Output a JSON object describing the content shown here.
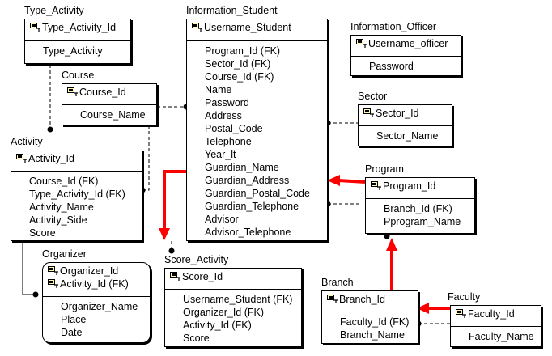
{
  "entities": {
    "type_activity": {
      "title": "Type_Activity",
      "pk": [
        "Type_Activity_Id"
      ],
      "attrs": [
        "Type_Activity"
      ]
    },
    "course": {
      "title": "Course",
      "pk": [
        "Course_Id"
      ],
      "attrs": [
        "Course_Name"
      ]
    },
    "activity": {
      "title": "Activity",
      "pk": [
        "Activity_Id"
      ],
      "attrs": [
        "Course_Id (FK)",
        "Type_Activity_Id (FK)",
        "Activity_Name",
        "Activity_Side",
        "Score"
      ]
    },
    "organizer": {
      "title": "Organizer",
      "pk": [
        "Organizer_Id",
        "Activity_Id (FK)"
      ],
      "attrs": [
        "Organizer_Name",
        "Place",
        "Date"
      ]
    },
    "information_student": {
      "title": "Information_Student",
      "pk": [
        "Username_Student"
      ],
      "attrs": [
        "Program_Id (FK)",
        "Sector_Id (FK)",
        "Course_Id (FK)",
        "Name",
        "Password",
        "Address",
        "Postal_Code",
        "Telephone",
        "Year_lt",
        "Guardian_Name",
        "Guardian_Address",
        "Guardian_Postal_Code",
        "Guardian_Telephone",
        "Advisor",
        "Advisor_Telephone"
      ]
    },
    "score_activity": {
      "title": "Score_Activity",
      "pk": [
        "Score_Id"
      ],
      "attrs": [
        "Username_Student (FK)",
        "Organizer_Id (FK)",
        "Activity_Id (FK)",
        "Score"
      ]
    },
    "information_officer": {
      "title": "Information_Officer",
      "pk": [
        "Username_officer"
      ],
      "attrs": [
        "Password"
      ]
    },
    "sector": {
      "title": "Sector",
      "pk": [
        "Sector_Id"
      ],
      "attrs": [
        "Sector_Name"
      ]
    },
    "program": {
      "title": "Program",
      "pk": [
        "Program_Id"
      ],
      "attrs": [
        "Branch_Id (FK)",
        "Pprogram_Name"
      ]
    },
    "branch": {
      "title": "Branch",
      "pk": [
        "Branch_Id"
      ],
      "attrs": [
        "Faculty_Id (FK)",
        "Branch_Name"
      ]
    },
    "faculty": {
      "title": "Faculty",
      "pk": [
        "Faculty_Id"
      ],
      "attrs": [
        "Faculty_Name"
      ]
    }
  },
  "icons": {
    "primary_key": "key-icon"
  },
  "colors": {
    "highlight_arrow": "#ff0000",
    "line": "#000000"
  }
}
